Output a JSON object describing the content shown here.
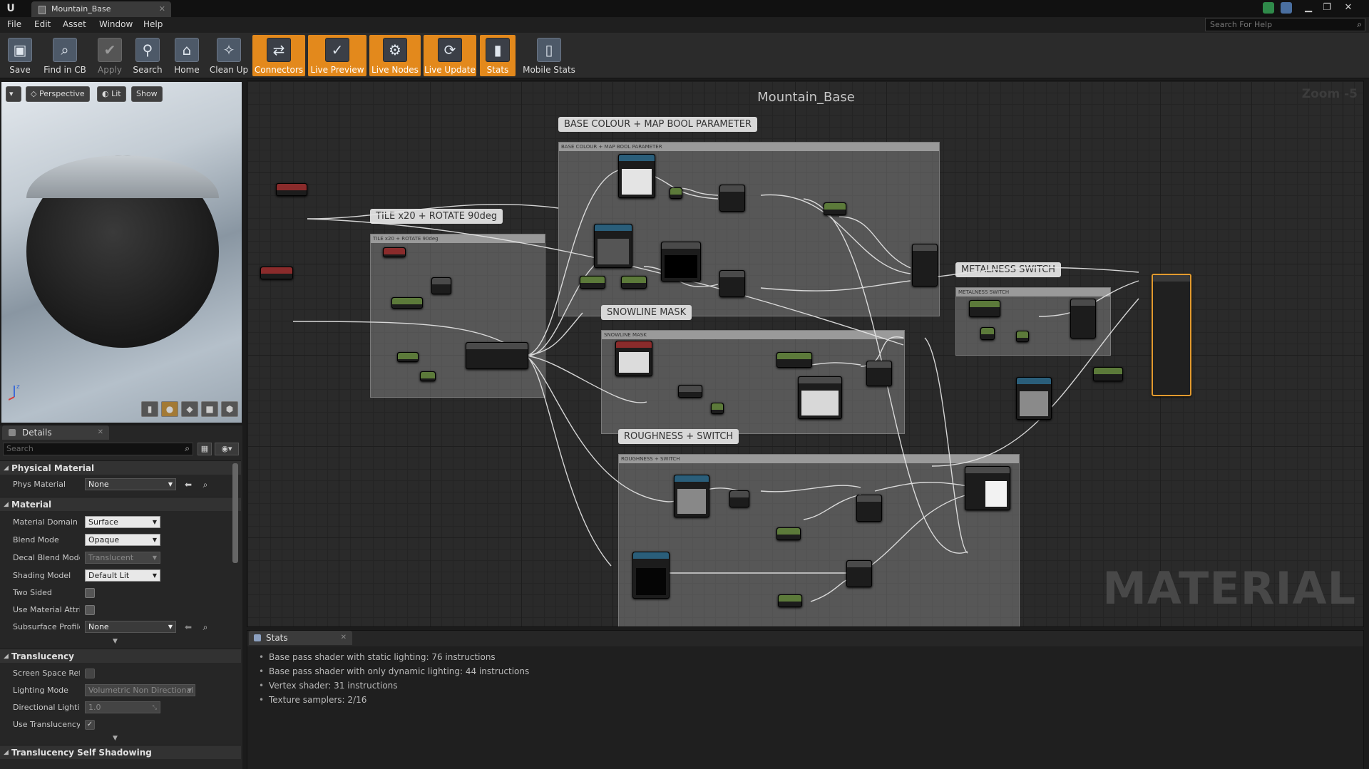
{
  "window": {
    "tab_title": "Mountain_Base",
    "minimize": "▁",
    "restore": "❐",
    "close": "✕"
  },
  "menu": [
    "File",
    "Edit",
    "Asset",
    "Window",
    "Help"
  ],
  "help_search": {
    "placeholder": "Search For Help"
  },
  "toolbar": [
    {
      "label": "Save",
      "icon": "save-icon",
      "glyph": "▣",
      "active": false,
      "enabled": true
    },
    {
      "label": "Find in CB",
      "icon": "magnifier-icon",
      "glyph": "⌕",
      "active": false,
      "enabled": true
    },
    {
      "label": "Apply",
      "icon": "checkmark-icon",
      "glyph": "✔",
      "active": false,
      "enabled": false
    },
    {
      "label": "Search",
      "icon": "binoculars-icon",
      "glyph": "⚲",
      "active": false,
      "enabled": true
    },
    {
      "label": "Home",
      "icon": "home-icon",
      "glyph": "⌂",
      "active": false,
      "enabled": true
    },
    {
      "label": "Clean Up",
      "icon": "broom-icon",
      "glyph": "✧",
      "active": false,
      "enabled": true
    },
    {
      "label": "Connectors",
      "icon": "connectors-icon",
      "glyph": "⇄",
      "active": true,
      "enabled": true
    },
    {
      "label": "Live Preview",
      "icon": "live-preview-icon",
      "glyph": "✓",
      "active": true,
      "enabled": true
    },
    {
      "label": "Live Nodes",
      "icon": "live-nodes-icon",
      "glyph": "⚙",
      "active": true,
      "enabled": true
    },
    {
      "label": "Live Update",
      "icon": "live-update-icon",
      "glyph": "⟳",
      "active": true,
      "enabled": true
    },
    {
      "label": "Stats",
      "icon": "stats-icon",
      "glyph": "▮",
      "active": true,
      "enabled": true
    },
    {
      "label": "Mobile Stats",
      "icon": "mobile-stats-icon",
      "glyph": "▯",
      "active": false,
      "enabled": true
    }
  ],
  "viewport": {
    "perspective": "Perspective",
    "lit": "Lit",
    "show": "Show"
  },
  "details": {
    "tab": "Details",
    "search_placeholder": "Search",
    "categories": {
      "physical_material": "Physical Material",
      "material": "Material",
      "translucency": "Translucency",
      "translucency_self_shadowing": "Translucency Self Shadowing"
    },
    "phys_material": {
      "label": "Phys Material",
      "value": "None"
    },
    "material_domain": {
      "label": "Material Domain",
      "value": "Surface"
    },
    "blend_mode": {
      "label": "Blend Mode",
      "value": "Opaque"
    },
    "decal_blend_mode": {
      "label": "Decal Blend Mode",
      "value": "Translucent"
    },
    "shading_model": {
      "label": "Shading Model",
      "value": "Default Lit"
    },
    "two_sided": {
      "label": "Two Sided",
      "checked": false
    },
    "use_material_attributes": {
      "label": "Use Material Attrib",
      "checked": false
    },
    "subsurface_profile": {
      "label": "Subsurface Profile",
      "value": "None"
    },
    "screen_space_reflections": {
      "label": "Screen Space Refl",
      "checked": false
    },
    "lighting_mode": {
      "label": "Lighting Mode",
      "value": "Volumetric Non Directional"
    },
    "directional_lighting": {
      "label": "Directional Lighting",
      "value": "1.0"
    },
    "use_translucency": {
      "label": "Use Translucency",
      "checked": true
    }
  },
  "graph": {
    "title": "Mountain_Base",
    "zoom": "Zoom -5",
    "watermark": "MATERIAL",
    "comments": [
      {
        "bubble": "BASE COLOUR + MAP BOOL PARAMETER",
        "strip": "BASE COLOUR + MAP BOOL PARAMETER"
      },
      {
        "bubble": "TILE x20 + ROTATE 90deg",
        "strip": "TILE x20 + ROTATE 90deg"
      },
      {
        "bubble": "SNOWLINE MASK",
        "strip": "SNOWLINE MASK"
      },
      {
        "bubble": "METALNESS SWITCH",
        "strip": "METALNESS SWITCH"
      },
      {
        "bubble": "ROUGHNESS + SWITCH",
        "strip": "ROUGHNESS + SWITCH"
      }
    ]
  },
  "stats": {
    "tab": "Stats",
    "lines": [
      "Base pass shader with static lighting: 76 instructions",
      "Base pass shader with only dynamic lighting: 44 instructions",
      "Vertex shader: 31 instructions",
      "Texture samplers: 2/16"
    ]
  },
  "colors": {
    "accent_orange": "#e3891c",
    "main_node_border": "#e39b2f"
  }
}
